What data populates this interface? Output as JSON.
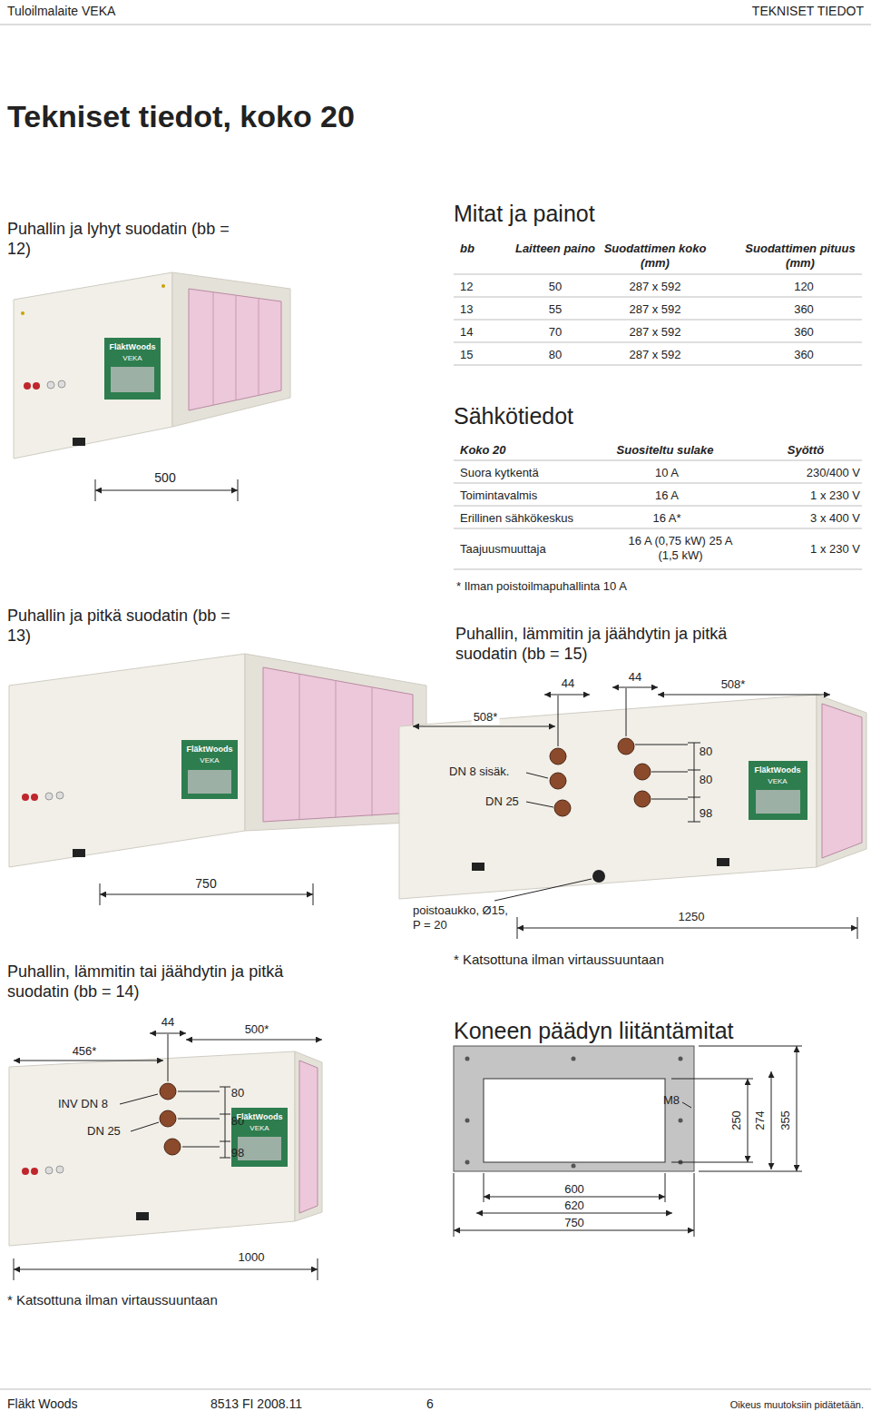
{
  "diagram": {
    "title": "Tekniset tiedot, koko 20",
    "labels": [
      "Tuloilmalaite VEKA",
      "TEKNISET TIEDOT",
      "Puhallin ja lyhyt suodatin (bb = 12)",
      "Mitat ja painot",
      "bb",
      "Laitteen paino",
      "Suodattimen koko (mm)",
      "Suodattimen pituus (mm)",
      "12",
      "50",
      "287 x 592",
      "120",
      "13",
      "55",
      "287 x 592",
      "360",
      "14",
      "70",
      "287 x 592",
      "360",
      "15",
      "80",
      "287 x 592",
      "360",
      "Sähkötiedot",
      "Koko 20",
      "Suositeltu sulake",
      "Syöttö",
      "Suora kytkentä",
      "10 A",
      "230/400 V",
      "Toimintavalmis",
      "16 A",
      "1 x 230 V",
      "Erillinen sähkökeskus",
      "16 A*",
      "3 x 400 V",
      "Taajuusmuuttaja",
      "16 A (0,75 kW) 25 A (1,5 kW)",
      "1 x 230 V",
      "* Ilman poistoilmapuhallinta 10 A",
      "500",
      "Puhallin ja pitkä suodatin (bb = 13)",
      "Puhallin, lämmitin ja jäähdytin ja pitkä suodatin (bb = 15)",
      "44",
      "44",
      "508*",
      "508*",
      "DN 8 sisäk.",
      "80",
      "80",
      "DN 25",
      "98",
      "poistoaukko, Ø15, P = 20",
      "1250",
      "750",
      "* Katsottuna ilman virtaussuuntaan",
      "Puhallin, lämmitin tai jäähdytin ja pitkä suodatin (bb = 14)",
      "44",
      "500*",
      "456*",
      "INV DN 8",
      "80",
      "80",
      "DN 25",
      "98",
      "Koneen päädyn liitäntämitat",
      "M8",
      "250",
      "274",
      "355",
      "600",
      "620",
      "750",
      "1000",
      "* Katsottuna ilman virtaussuuntaan",
      "Fläkt Woods",
      "8513 FI 2008.11",
      "6",
      "Oikeus muutoksiin pidätetään.",
      "FläktWoods",
      "VEKA",
      "FläktWoods",
      "VEKA",
      "FläktWoods",
      "VEKA",
      "FläktWoods",
      "VEKA"
    ]
  }
}
